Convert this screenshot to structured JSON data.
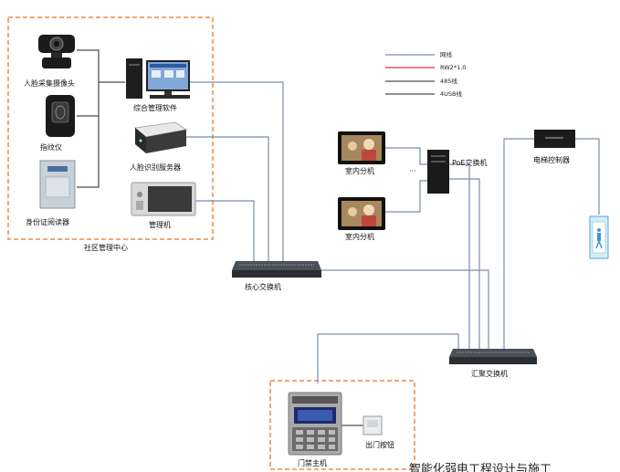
{
  "legend": [
    {
      "label": "网线",
      "color": "#7a8ea8"
    },
    {
      "label": "RW2*1.0",
      "color": "#e03030"
    },
    {
      "label": "485线",
      "color": "#222222"
    },
    {
      "label": "4USB线",
      "color": "#222222"
    }
  ],
  "labels": {
    "face_camera": "人脸采集摄像头",
    "fingerprint": "指纹仪",
    "id_reader": "身份证阅读器",
    "mgmt_software": "综合管理软件",
    "face_server": "人脸识别服务器",
    "manager": "管理机",
    "community_center": "社区管理中心",
    "core_switch": "核心交换机",
    "indoor_unit_1": "室内分机",
    "indoor_unit_2": "室内分机",
    "dots": "···",
    "poe_switch": "PoE交换机",
    "elevator_controller": "电梯控制器",
    "aggregation_switch": "汇聚交换机",
    "door_master": "门禁主机",
    "exit_button": "出门按钮",
    "watermark": "智能化弱电工程设计与施工"
  },
  "colors": {
    "network": "#7a8ea8",
    "dashed_box": "#f0a878",
    "rs485": "#222222"
  }
}
